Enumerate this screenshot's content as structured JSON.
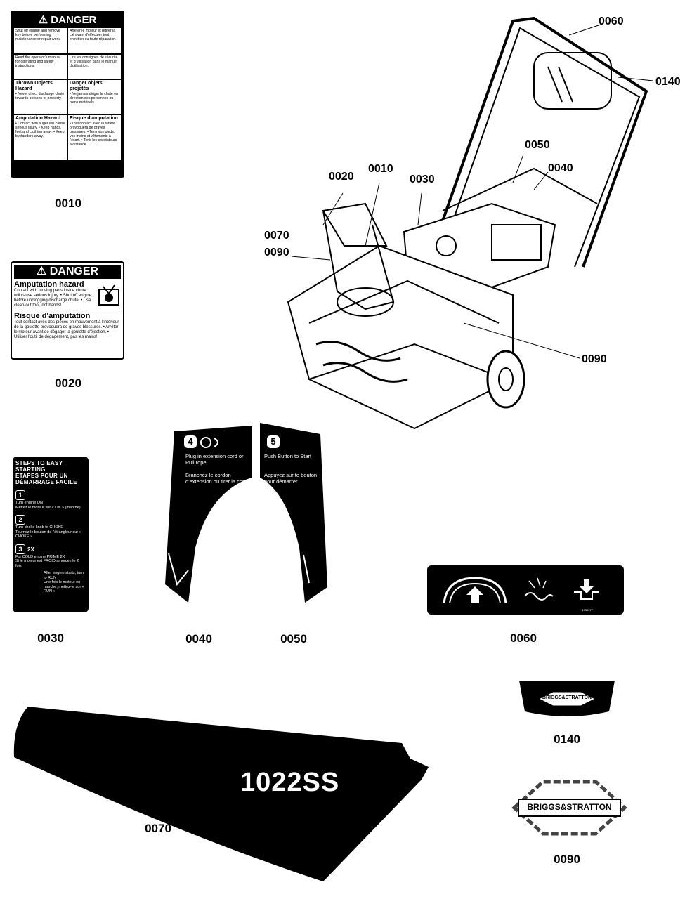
{
  "decal_0010": {
    "header": "DANGER",
    "rows": [
      {
        "en_title": "",
        "en": "Shut off engine and remove key before performing maintenance or repair work.",
        "fr_title": "",
        "fr": "Arrêter le moteur et retirer la clé avant d'effectuer tout entretien ou toute réparation."
      },
      {
        "en_title": "",
        "en": "Read the operator's manual for operating and safety instructions.",
        "fr_title": "",
        "fr": "Lire les consignes de sécurité et d'utilisation dans le manuel d'utilisation."
      },
      {
        "en_title": "Thrown Objects Hazard",
        "en": "• Never direct discharge chute towards persons or property.",
        "fr_title": "Danger objets projetés",
        "fr": "• Ne jamais diriger la chute en direction des personnes ou biens matériels."
      },
      {
        "en_title": "Amputation Hazard",
        "en": "• Contact with auger will cause serious injury. • Keep hands, feet and clothing away. • Keep bystanders away.",
        "fr_title": "Risque d'amputation",
        "fr": "• Tout contact avec la tarière provoquera de graves blessures. • Tenir vos pieds, vos mains et vêtements à l'écart. • Tenir les spectateurs à distance."
      }
    ]
  },
  "decal_0020": {
    "header": "DANGER",
    "title_en": "Amputation hazard",
    "text_en": "Contact with moving parts inside chute will cause serious injury. • Shut off engine before unclogging discharge chute. • Use clean-out tool, not hands!",
    "title_fr": "Risque d'amputation",
    "text_fr": "Tout contact avec des pièces en mouvement à l'intérieur de la goulotte provoquera de graves blessures. • Arrêter le moteur avant de dégager la goulotte d'éjection. • Utiliser l'outil de dégagement, pas les mains!"
  },
  "decal_0030": {
    "title_en": "STEPS TO EASY STARTING",
    "title_fr": "ÉTAPES POUR UN DÉMARRAGE FACILE",
    "steps": [
      {
        "num": "1",
        "en": "Turn engine ON",
        "fr": "Mettez le moteur sur « ON » (marche)"
      },
      {
        "num": "2",
        "en": "Turn choke knob to CHOKE",
        "fr": "Tournez le bouton de l'étrangleur sur « CHOKE »"
      },
      {
        "num": "3",
        "en": "For COLD engine PRIME 2X",
        "fr": "Si le moteur est FROID amorcez-le 2 fois",
        "badge": "2X"
      }
    ],
    "after_en": "After engine starts, turn to RUN",
    "after_fr": "Une fois le moteur en marche, mettez-le sur « RUN »"
  },
  "decal_0040": {
    "num": "4",
    "en": "Plug in extension cord or Pull rope",
    "fr": "Branchez le cordon d'extension ou tirer la corde"
  },
  "decal_0050": {
    "num": "5",
    "en": "Push Button to Start",
    "fr": "Appuyez sur to bouton pour démarrer"
  },
  "decal_0060": {
    "code": "1739977"
  },
  "decal_0070": {
    "model": "1022SS"
  },
  "decal_0140": {
    "brand": "BRIGGS&STRATTON"
  },
  "decal_0090": {
    "brand": "BRIGGS&STRATTON"
  },
  "part_labels": {
    "p0010": "0010",
    "p0020": "0020",
    "p0030": "0030",
    "p0040": "0040",
    "p0050": "0050",
    "p0060": "0060",
    "p0070": "0070",
    "p0140": "0140",
    "p0090": "0090"
  },
  "callouts": {
    "c0060": "0060",
    "c0140": "0140",
    "c0050": "0050",
    "c0040": "0040",
    "c0020": "0020",
    "c0010": "0010",
    "c0030": "0030",
    "c0070": "0070",
    "c0090a": "0090",
    "c0090b": "0090"
  }
}
